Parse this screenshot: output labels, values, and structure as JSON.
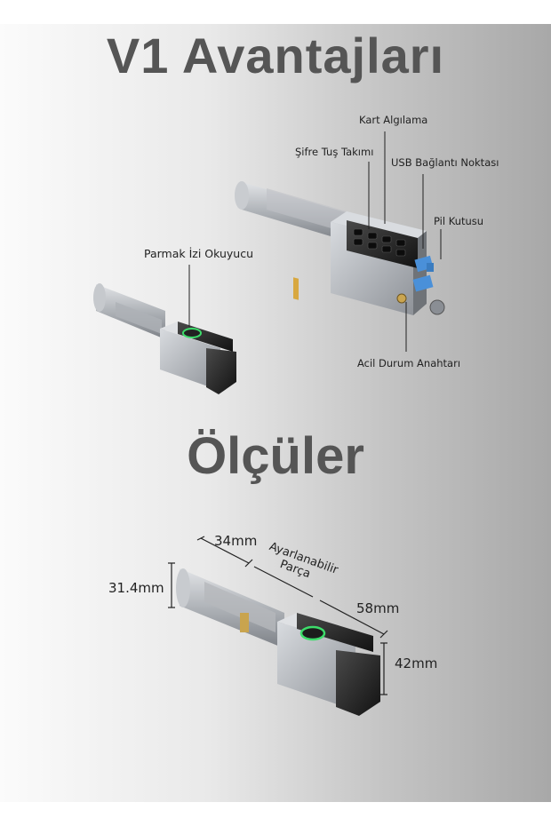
{
  "section1": {
    "title": "V1 Avantajları",
    "labels": {
      "card": "Kart Algılama",
      "keypad": "Şifre Tuş Takımı",
      "usb": "USB Bağlantı Noktası",
      "battery": "Pil Kutusu",
      "fingerprint": "Parmak İzi Okuyucu",
      "emergency": "Acil Durum Anahtarı"
    }
  },
  "section2": {
    "title": "Ölçüler",
    "dims": {
      "d34": "34mm",
      "adjustable_line1": "Ayarlanabilir",
      "adjustable_line2": "Parça",
      "d58": "58mm",
      "d314": "31.4mm",
      "d42": "42mm"
    }
  },
  "colors": {
    "title": "#555555",
    "accent_green": "#3ddc6a",
    "button_blue": "#4a90d9"
  }
}
